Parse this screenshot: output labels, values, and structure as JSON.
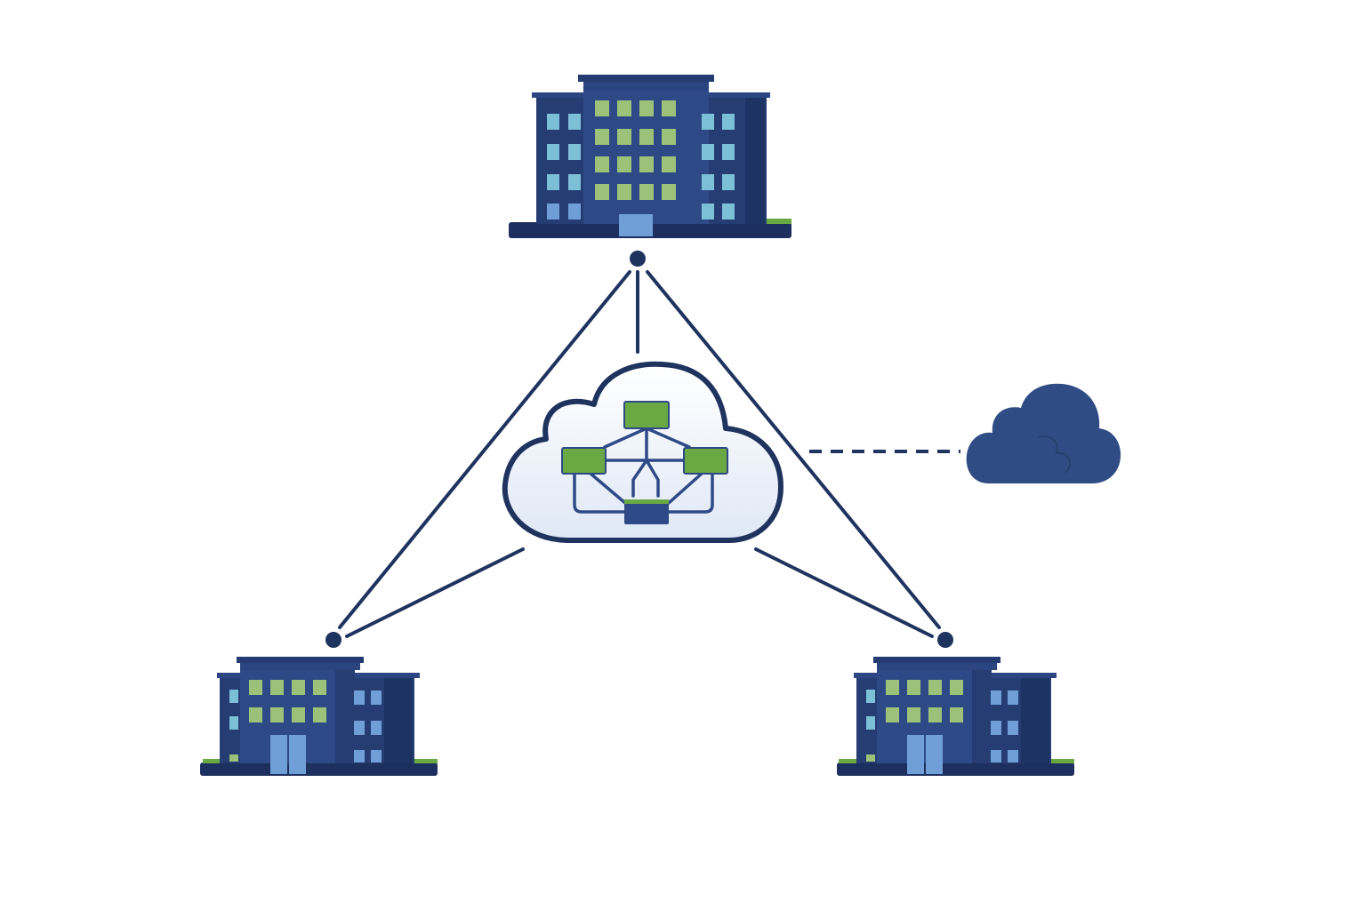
{
  "colors": {
    "background": "#ffffff",
    "navy": "#253d73",
    "navy_dark": "#1c2f5e",
    "building": "#2e4a86",
    "building_side": "#233b70",
    "window_green": "#9cc27a",
    "window_blue": "#7cc0d8",
    "door": "#6f9fd6",
    "accent_green": "#6aa843",
    "line": "#1f335f",
    "cloud_fill": "#e9f0fa",
    "external_cloud": "#2f4c84"
  },
  "nodes": [
    {
      "id": "hq",
      "kind": "office-building",
      "icon": "office-building-icon"
    },
    {
      "id": "branch-left",
      "kind": "office-building",
      "icon": "office-building-icon"
    },
    {
      "id": "branch-right",
      "kind": "office-building",
      "icon": "office-building-icon"
    },
    {
      "id": "central-cloud",
      "kind": "cloud-network",
      "icon": "cloud-network-icon"
    },
    {
      "id": "external-cloud",
      "kind": "cloud",
      "icon": "cloud-icon"
    }
  ],
  "edges": [
    {
      "from": "hq",
      "to": "branch-left",
      "style": "solid"
    },
    {
      "from": "hq",
      "to": "branch-right",
      "style": "solid"
    },
    {
      "from": "hq",
      "to": "central-cloud",
      "style": "solid"
    },
    {
      "from": "branch-left",
      "to": "central-cloud",
      "style": "solid"
    },
    {
      "from": "branch-right",
      "to": "central-cloud",
      "style": "solid"
    },
    {
      "from": "central-cloud",
      "to": "external-cloud",
      "style": "dashed"
    }
  ]
}
